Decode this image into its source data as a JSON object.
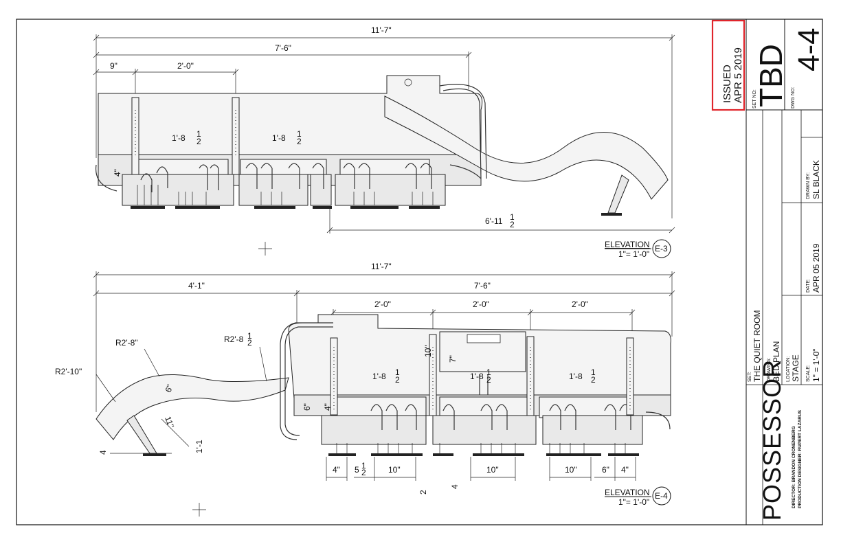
{
  "stamp": {
    "line1": "ISSUED",
    "line2": "APR 5 2019",
    "color": "#e0252b"
  },
  "title_block": {
    "set_no_label": "SET NO:",
    "set_no": "TBD",
    "dwg_no_label": "DWG NO:",
    "dwg_no": "4-4",
    "drawn_by_label": "DRAWN BY:",
    "drawn_by": "SL BLACK",
    "date_label": "DATE:",
    "date": "APR 05 2019",
    "set_label": "SET:",
    "set": "THE QUIET ROOM",
    "drawing_label": "DRAWING:",
    "drawing": "BED PLAN",
    "location_label": "LOCATION:",
    "location": "STAGE",
    "scale_label": "SCALE:",
    "scale": "1\" = 1'-0\"",
    "project": "POSSESSOR",
    "director": "DIRECTOR: BRANDON CRONENBERG",
    "designer": "PRODUCTION DESIGNER: RUPERT LAZARUS"
  },
  "elevation_top": {
    "title": "ELEVATION",
    "scale": "1\"= 1'-0\"",
    "ref": "E-3",
    "dims": {
      "overall": "11'-7\"",
      "body": "7'-6\"",
      "end": "9\"",
      "module": "2'-0\"",
      "rail_a": "1'-8",
      "rail_b": "1'-8",
      "half": "1",
      "half_den": "2",
      "leg_h": "4\"",
      "tail": "6'-11"
    }
  },
  "elevation_bottom": {
    "title": "ELEVATION",
    "scale": "1\"= 1'-0\"",
    "ref": "E-4",
    "dims": {
      "overall": "11'-7\"",
      "tail": "4'-1\"",
      "body": "7'-6\"",
      "module_a": "2'-0\"",
      "module_b": "2'-0\"",
      "module_c": "2'-0\"",
      "radius_a": "R2'-10\"",
      "radius_b": "R2'-8\"",
      "radius_c": "R2'-8",
      "six_a": "6\"",
      "eleven": "11\"",
      "one_one": "1'-1",
      "four_half": "4",
      "rail": "1'-8",
      "ten_a": "10\"",
      "seven": "7\"",
      "six_b": "6\"",
      "four_a": "4\"",
      "four_b": "4\"",
      "five_half": "5",
      "ten_b": "10\"",
      "two_half": "2",
      "four_half_b": "4",
      "ten_c": "10\"",
      "ten_d": "10\"",
      "six_c": "6\"",
      "four_c": "4\"",
      "half": "1",
      "half_den": "2"
    }
  }
}
